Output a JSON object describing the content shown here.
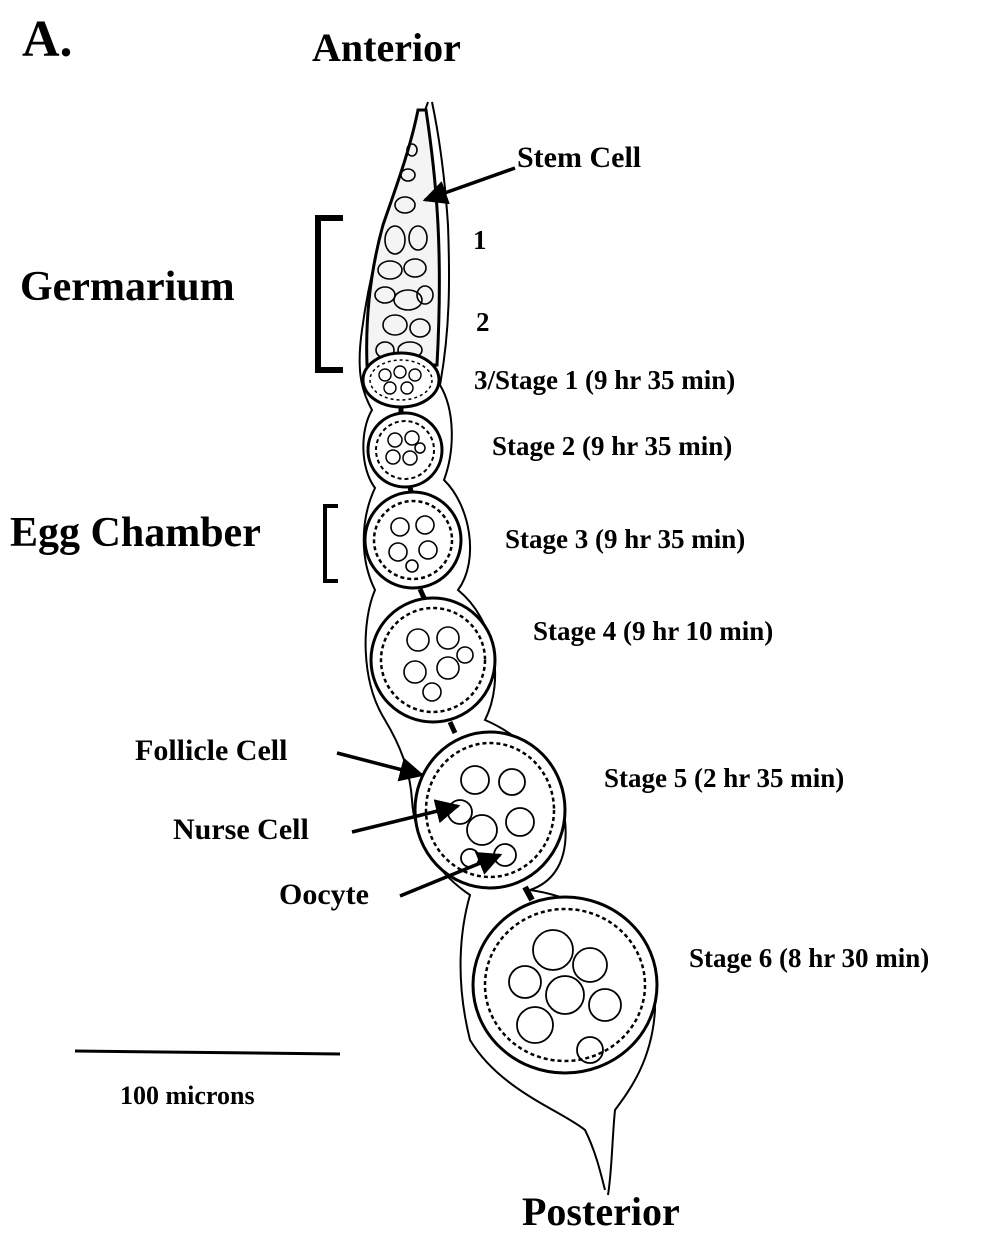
{
  "panel_label": "A.",
  "orientation": {
    "top": "Anterior",
    "bottom": "Posterior"
  },
  "regions": {
    "germarium": "Germarium",
    "egg_chamber": "Egg Chamber"
  },
  "germarium_regions": [
    "1",
    "2"
  ],
  "stages": [
    "3/Stage 1 (9 hr 35 min)",
    "Stage 2 (9 hr 35 min)",
    "Stage 3 (9 hr 35 min)",
    "Stage 4 (9 hr 10 min)",
    "Stage 5 (2 hr 35 min)",
    "Stage 6 (8 hr 30 min)"
  ],
  "cell_types": {
    "stem_cell": "Stem Cell",
    "follicle_cell": "Follicle Cell",
    "nurse_cell": "Nurse Cell",
    "oocyte": "Oocyte"
  },
  "scale_bar": "100 microns"
}
